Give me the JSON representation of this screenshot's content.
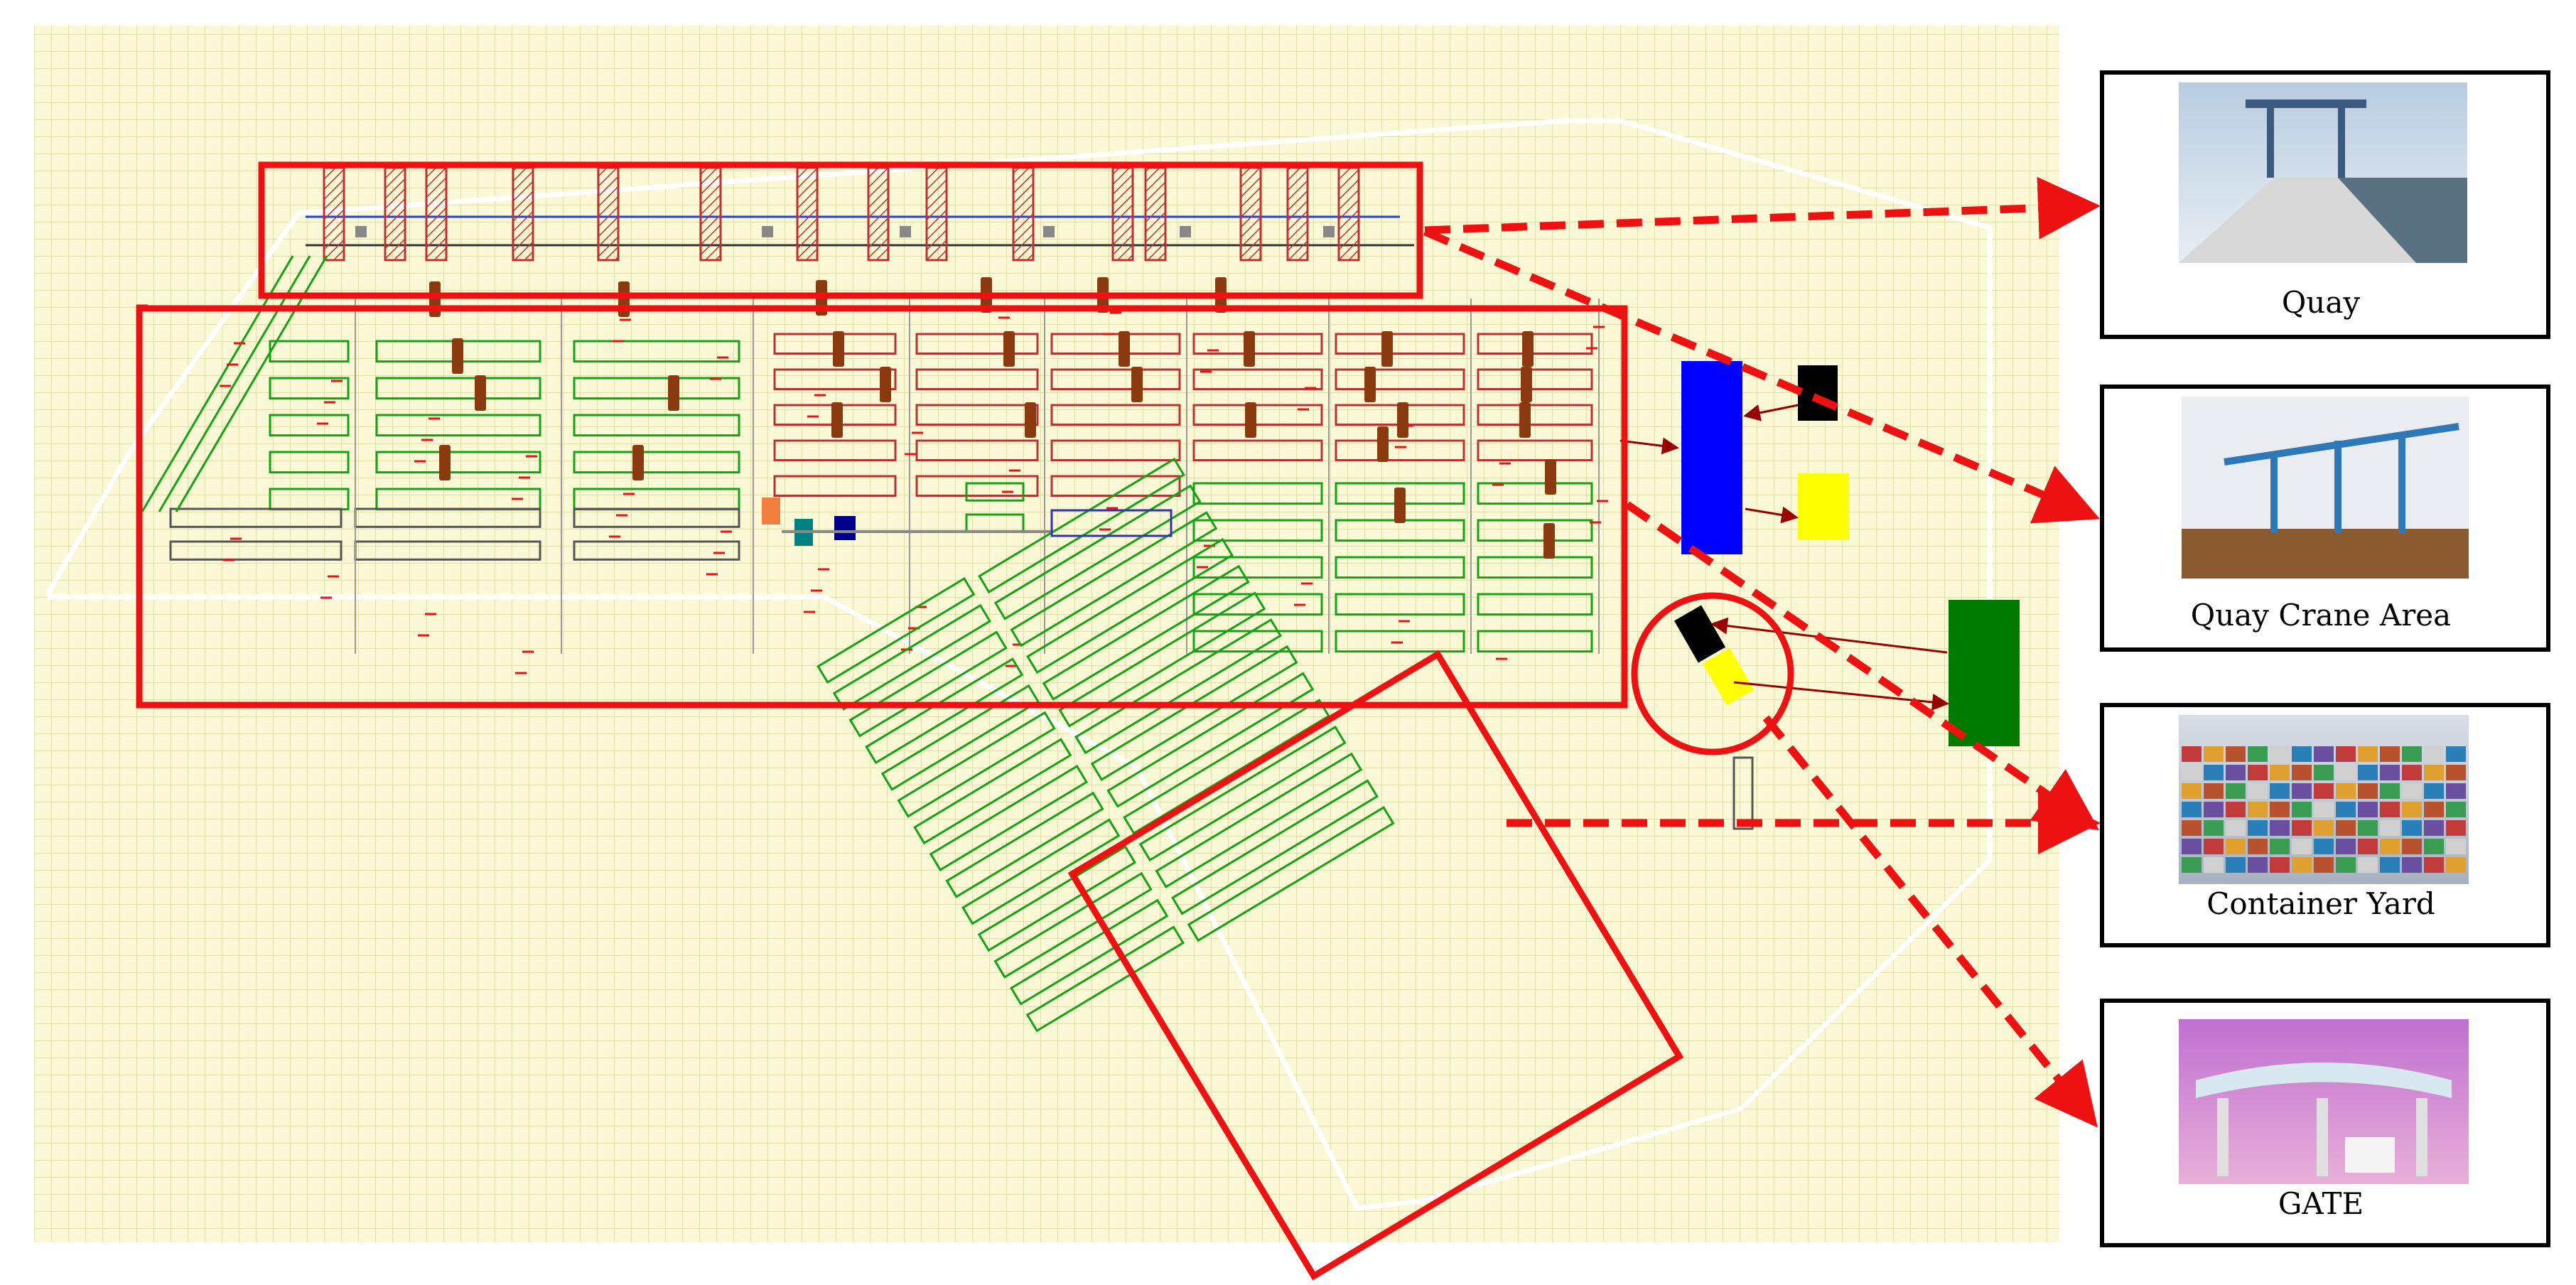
{
  "colors": {
    "grid_background": "#fbf8d5",
    "grid_line": "#d6d2a0",
    "highlight": "#ee1111",
    "lane_green": "#13a313",
    "lane_red": "#b83232",
    "lane_gray": "#555555",
    "crane_bar": "#8b3a10",
    "quay_rail": "#2244dd",
    "equipment_blue": "#0000ff",
    "equipment_black": "#000000",
    "equipment_yellow": "#ffff00",
    "equipment_green": "#007a00",
    "equipment_orange": "#f08040",
    "equipment_teal": "#008080",
    "equipment_navy": "#00008b",
    "outline_white": "#ffffff"
  },
  "panels": [
    {
      "id": "quay",
      "label": "Quay",
      "photo": "quay-photo"
    },
    {
      "id": "quay-crane-area",
      "label": "Quay Crane Area",
      "photo": "quay-crane-photo"
    },
    {
      "id": "container-yard",
      "label": "Container Yard",
      "photo": "container-yard-photo"
    },
    {
      "id": "gate",
      "label": "GATE",
      "photo": "gate-photo"
    }
  ]
}
